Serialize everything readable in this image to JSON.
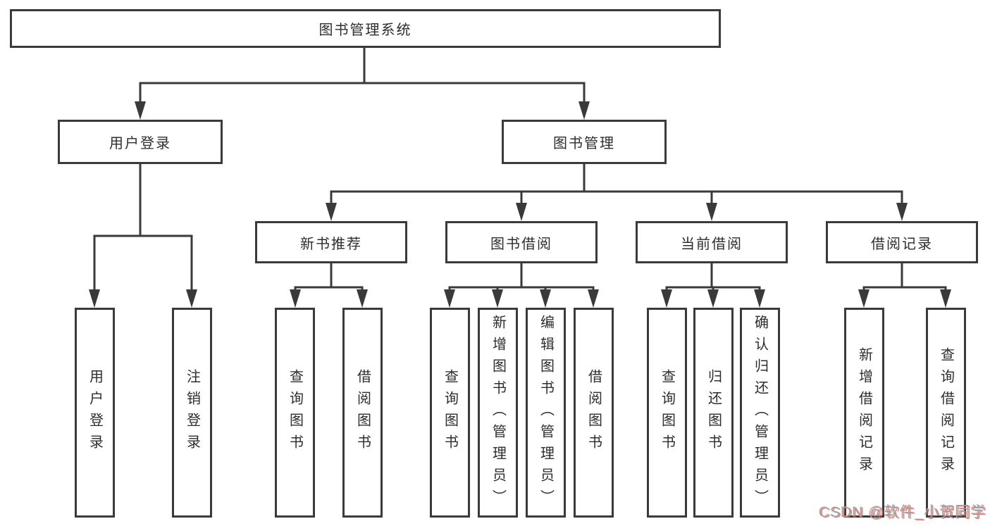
{
  "diagram": {
    "root": {
      "label": "图书管理系统"
    },
    "branches": [
      {
        "label": "用户登录",
        "children": [
          {
            "label": "用户登录"
          },
          {
            "label": "注销登录"
          }
        ]
      },
      {
        "label": "图书管理",
        "children": [
          {
            "label": "新书推荐",
            "children": [
              {
                "label": "查询图书"
              },
              {
                "label": "借阅图书"
              }
            ]
          },
          {
            "label": "图书借阅",
            "children": [
              {
                "label": "查询图书"
              },
              {
                "label": "新增图书（管理员）"
              },
              {
                "label": "编辑图书（管理员）"
              },
              {
                "label": "借阅图书"
              }
            ]
          },
          {
            "label": "当前借阅",
            "children": [
              {
                "label": "查询图书"
              },
              {
                "label": "归还图书"
              },
              {
                "label": "确认归还（管理员）"
              }
            ]
          },
          {
            "label": "借阅记录",
            "children": [
              {
                "label": "新增借阅记录"
              },
              {
                "label": "查询借阅记录"
              }
            ]
          }
        ]
      }
    ]
  },
  "watermark": {
    "text": "CSDN @软件_小贺同学"
  },
  "colors": {
    "line": "#3a3a3a",
    "box_border": "#3a3a3a",
    "text": "#2d2d2d",
    "background": "#ffffff",
    "watermark_gray": "#a3a3a3",
    "watermark_red": "#e0564f"
  }
}
